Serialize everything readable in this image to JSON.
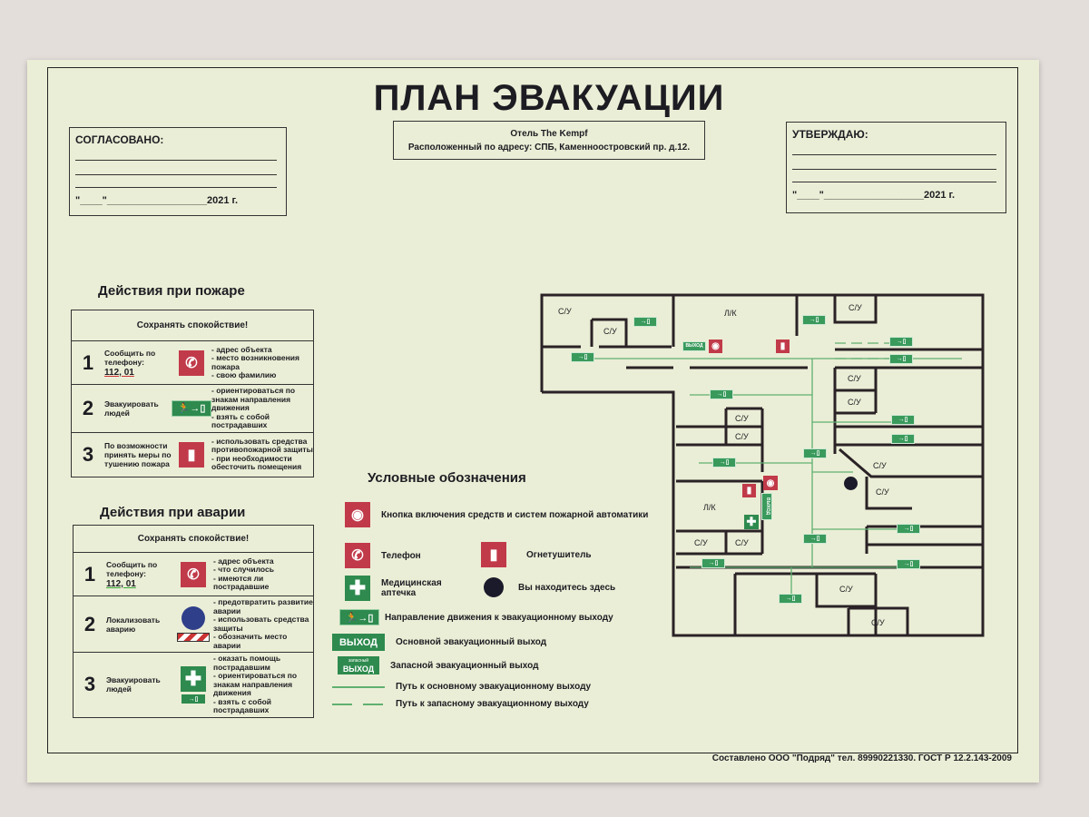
{
  "header": {
    "title": "ПЛАН ЭВАКУАЦИИ",
    "hotel": "Отель The Kempf",
    "address": "Расположенный по адресу: СПБ, Каменноостровский пр. д.12."
  },
  "approved_left": {
    "label": "СОГЛАСОВАНО:",
    "date": "\"____\"__________________2021 г."
  },
  "approved_right": {
    "label": "УТВЕРЖДАЮ:",
    "date": "\"____\"__________________2021 г."
  },
  "fire": {
    "heading": "Действия при пожаре",
    "calm": "Сохранять спокойствие!",
    "steps": [
      {
        "num": "1",
        "action": "Сообщить по телефону:",
        "phone": "112, 01",
        "icon": "phone-icon",
        "notes": [
          "- адрес объекта",
          "- место возникновения пожара",
          "- свою фамилию"
        ]
      },
      {
        "num": "2",
        "action": "Эвакуировать людей",
        "icon": "exit-direction-icon",
        "notes": [
          "- ориентироваться по знакам направления движения",
          "- взять с собой пострадавших"
        ]
      },
      {
        "num": "3",
        "action": "По возможности принять меры по тушению пожара",
        "icon": "fire-extinguisher-icon",
        "notes": [
          "- использовать средства противопожарной защиты",
          "- при необходимости обесточить помещения"
        ]
      }
    ]
  },
  "accident": {
    "heading": "Действия при аварии",
    "calm": "Сохранять спокойствие!",
    "steps": [
      {
        "num": "1",
        "action": "Сообщить по телефону:",
        "phone": "112, 01",
        "icon": "phone-icon",
        "notes": [
          "- адрес объекта",
          "- что случилось",
          "- имеются ли пострадавшие"
        ]
      },
      {
        "num": "2",
        "action": "Локализовать аварию",
        "icon": "face-shield-icon",
        "notes": [
          "- предотвратить развитие аварии",
          "- использовать средства защиты",
          "- обозначить место аварии"
        ]
      },
      {
        "num": "3",
        "action": "Эвакуировать людей",
        "icon": "first-aid-icon",
        "notes": [
          "- оказать помощь пострадавшим",
          "- ориентироваться по знакам направления движения",
          "- взять с собой пострадавших"
        ]
      }
    ]
  },
  "legend": {
    "heading": "Условные обозначения",
    "items": {
      "alarm_button": "Кнопка включения средств и систем пожарной автоматики",
      "phone": "Телефон",
      "extinguisher": "Огнетушитель",
      "first_aid": "Медицинская аптечка",
      "you_are_here": "Вы находитесь здесь",
      "direction": "Направление движения к эвакуационному выходу",
      "main_exit": "Основной эвакуационный выход",
      "reserve_exit": "Запасной эвакуационный выход",
      "main_path": "Путь к основному эвакуационному выходу",
      "reserve_path": "Путь к запасному эвакуационному выходу"
    },
    "exit_sign": "ВЫХОД",
    "reserve_sign": "запасный"
  },
  "plan": {
    "rooms": [
      "С/У",
      "С/У",
      "Л/К",
      "С/У",
      "С/У",
      "С/У",
      "С/У",
      "С/У",
      "С/У",
      "С/У",
      "Л/К",
      "С/У",
      "С/У",
      "С/У",
      "С/У"
    ]
  },
  "colors": {
    "board": "#ebeed6",
    "sign_red": "#c13a4a",
    "sign_green": "#2e8a4e",
    "path": "#5fb070"
  },
  "footer": "Составлено ООО \"Подряд\" тел. 89990221330. ГОСТ Р 12.2.143-2009"
}
